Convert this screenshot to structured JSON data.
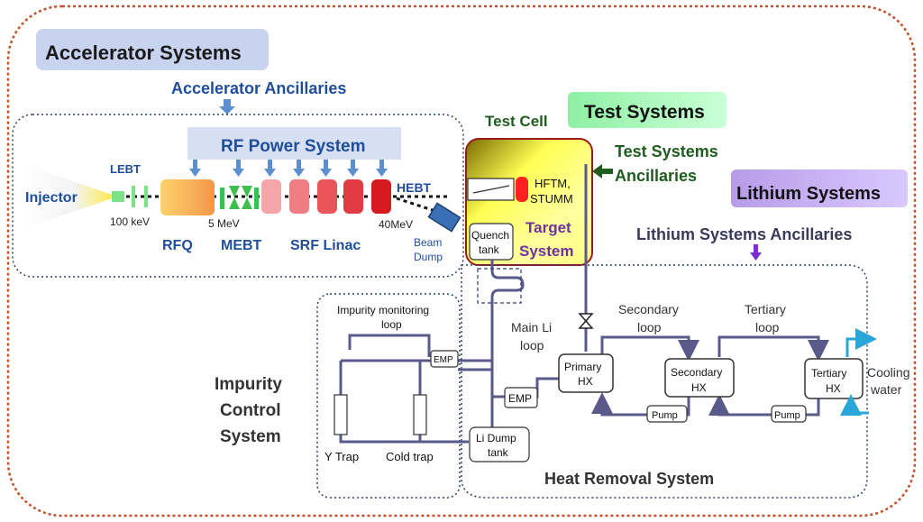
{
  "accelerator": {
    "title": "Accelerator Systems",
    "ancillaries": "Accelerator Ancillaries",
    "rf_power": "RF Power System",
    "injector": "Injector",
    "lebt": "LEBT",
    "energy_100kev": "100 keV",
    "energy_5mev": "5 MeV",
    "energy_40mev": "40MeV",
    "rfq": "RFQ",
    "mebt": "MEBT",
    "srf_linac": "SRF Linac",
    "hebt": "HEBT",
    "beam_dump_line1": "Beam",
    "beam_dump_line2": "Dump"
  },
  "test": {
    "title": "Test Systems",
    "cell": "Test Cell",
    "ancillaries_line1": "Test Systems",
    "ancillaries_line2": "Ancillaries",
    "hftm_line1": "HFTM,",
    "hftm_line2": "STUMM",
    "target_line1": "Target",
    "target_line2": "System",
    "quench_line1": "Quench",
    "quench_line2": "tank"
  },
  "lithium": {
    "title": "Lithium Systems",
    "ancillaries": "Lithium Systems Ancillaries",
    "main_li_line1": "Main Li",
    "main_li_line2": "loop",
    "secondary_loop_line1": "Secondary",
    "secondary_loop_line2": "loop",
    "tertiary_loop_line1": "Tertiary",
    "tertiary_loop_line2": "loop",
    "primary_hx_line1": "Primary",
    "primary_hx_line2": "HX",
    "secondary_hx_line1": "Secondary",
    "secondary_hx_line2": "HX",
    "tertiary_hx_line1": "Tertiary",
    "tertiary_hx_line2": "HX",
    "pump1": "Pump",
    "pump2": "Pump",
    "cooling_line1": "Cooling",
    "cooling_line2": "water",
    "emp_main": "EMP",
    "li_dump_line1": "Li Dump",
    "li_dump_line2": "tank",
    "heat_removal": "Heat Removal System"
  },
  "impurity": {
    "monitoring_line1": "Impurity monitoring",
    "monitoring_line2": "loop",
    "emp": "EMP",
    "control_line1": "Impurity",
    "control_line2": "Control",
    "control_line3": "System",
    "y_trap": "Y Trap",
    "cold_trap": "Cold trap"
  },
  "colors": {
    "outer_border": "#c0522b",
    "blue_text": "#1f4e9b",
    "purple_text": "#7030a0",
    "green_text": "#1f5c1f",
    "pipe": "#5a5a8a",
    "cooling": "#2aa6d8",
    "dotted": "#2e3e6a"
  }
}
